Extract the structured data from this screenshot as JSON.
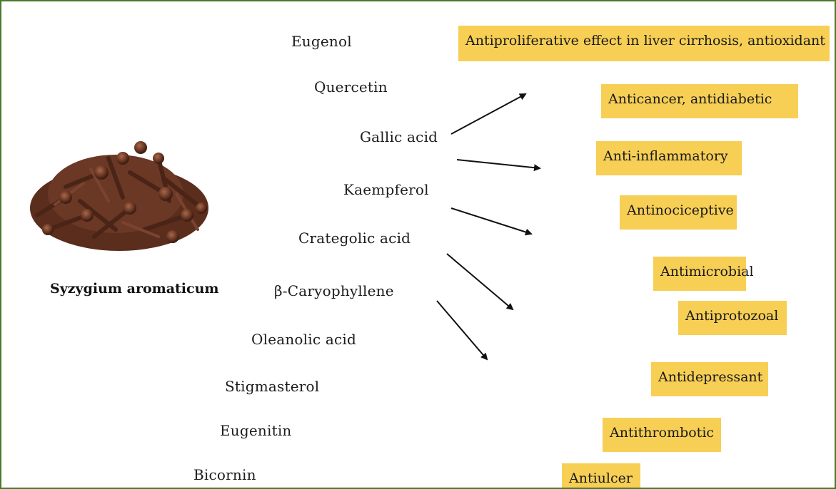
{
  "plant": {
    "name": "Syzygium aromaticum",
    "image_icon": "clove-pile-image"
  },
  "compounds": [
    "Eugenol",
    "Quercetin",
    "Gallic acid",
    "Kaempferol",
    "Crategolic acid",
    "β-Caryophyllene",
    "Oleanolic acid",
    "Stigmasterol",
    "Eugenitin",
    "Bicornin"
  ],
  "effects": [
    "Antiproliferative effect in liver cirrhosis, antioxidant",
    "Anticancer, antidiabetic",
    "Anti-inflammatory",
    "Antinociceptive",
    "Antimicrobial",
    "Antiprotozoal",
    "Antidepressant",
    "Antithrombotic",
    "Antiulcer"
  ],
  "colors": {
    "effect_box": "#f7cf55",
    "frame_border": "#4a7a2b",
    "arrow": "#111111"
  }
}
